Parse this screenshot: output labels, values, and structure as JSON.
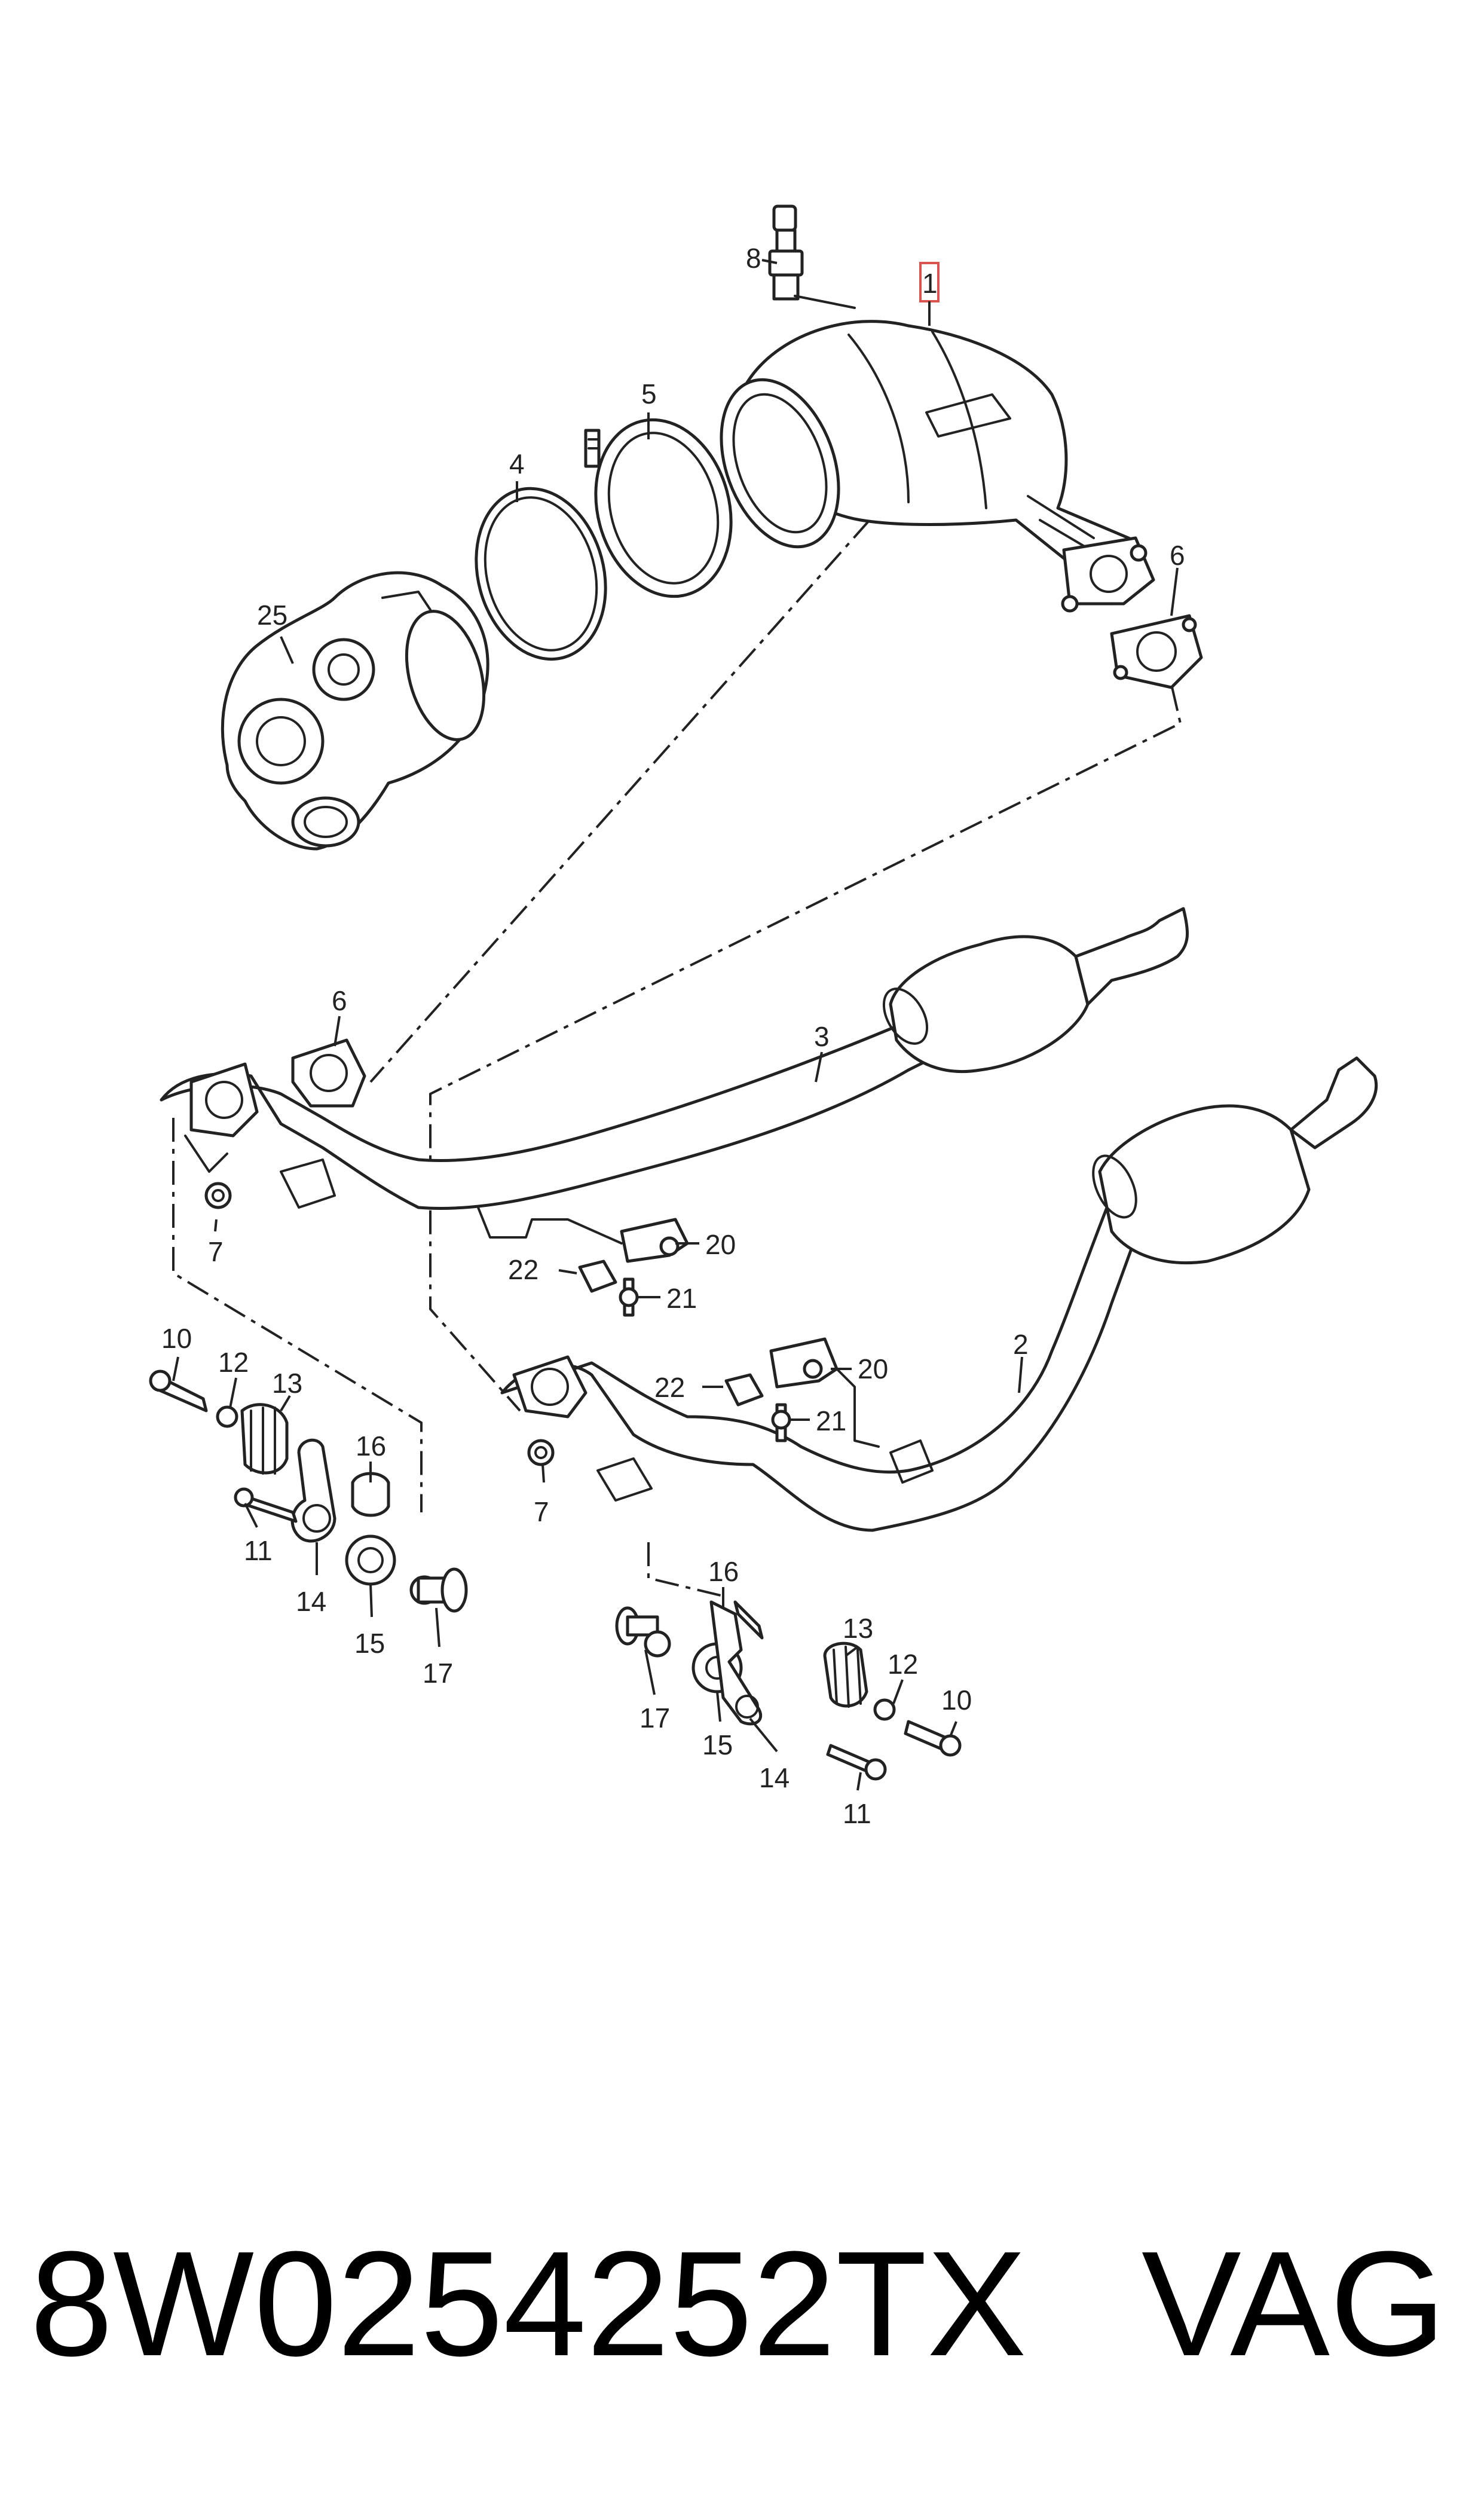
{
  "diagram": {
    "part_labels": {
      "p1": "1",
      "p2": "2",
      "p3": "3",
      "p4": "4",
      "p5": "5",
      "p6a": "6",
      "p6b": "6",
      "p7a": "7",
      "p7b": "7",
      "p8": "8",
      "p10a": "10",
      "p10b": "10",
      "p11a": "11",
      "p11b": "11",
      "p12a": "12",
      "p12b": "12",
      "p13a": "13",
      "p13b": "13",
      "p14a": "14",
      "p14b": "14",
      "p15a": "15",
      "p15b": "15",
      "p16a": "16",
      "p16b": "16",
      "p17a": "17",
      "p17b": "17",
      "p20a": "20",
      "p20b": "20",
      "p21a": "21",
      "p21b": "21",
      "p22a": "22",
      "p22b": "22",
      "p25": "25"
    },
    "highlighted_part": "1",
    "highlight_color": "#d9534f"
  },
  "footer": {
    "part_number": "8W0254252TX",
    "brand": "VAG"
  }
}
